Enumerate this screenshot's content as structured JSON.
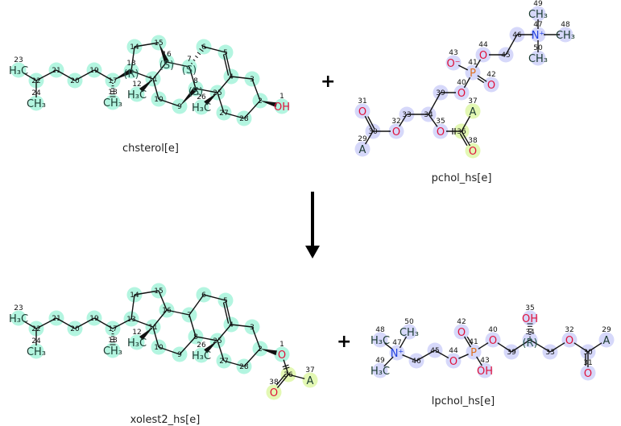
{
  "colors": {
    "cyan": "#b3f5e0",
    "blue": "#d6d8fa",
    "lime": "#e3f8b4",
    "O": "#e0103a",
    "N": "#2040e0",
    "P": "#e07020",
    "C": "#1a3a30",
    "bond": "#111111"
  },
  "operators": {
    "plus_top": "+",
    "plus_bottom": "+"
  },
  "molecules": [
    {
      "id": "chsterol",
      "name": "chsterol[e]",
      "atoms": [
        {
          "n": 1,
          "label": "OH",
          "el": "O",
          "hl": "cyan"
        },
        {
          "n": 2,
          "hl": "cyan"
        },
        {
          "n": 3,
          "hl": "cyan"
        },
        {
          "n": 4,
          "hl": "cyan"
        },
        {
          "n": 5,
          "hl": "cyan"
        },
        {
          "n": 6,
          "hl": "cyan"
        },
        {
          "n": 7,
          "hl": "cyan",
          "stereo": "(S)"
        },
        {
          "n": 8,
          "hl": "cyan",
          "stereo": "(S)"
        },
        {
          "n": 9,
          "hl": "cyan"
        },
        {
          "n": 10,
          "hl": "cyan"
        },
        {
          "n": 11,
          "hl": "cyan"
        },
        {
          "n": 12,
          "label": "H₃C",
          "el": "C",
          "hl": "cyan"
        },
        {
          "n": 13,
          "hl": "cyan",
          "stereo": "(R)"
        },
        {
          "n": 14,
          "hl": "cyan"
        },
        {
          "n": 15,
          "hl": "cyan"
        },
        {
          "n": 16,
          "hl": "cyan",
          "stereo": "(S)"
        },
        {
          "n": 17,
          "hl": "cyan"
        },
        {
          "n": 18,
          "label": "CH₃",
          "el": "C",
          "hl": "cyan"
        },
        {
          "n": 19,
          "hl": "cyan"
        },
        {
          "n": 20,
          "hl": "cyan"
        },
        {
          "n": 21,
          "hl": "cyan"
        },
        {
          "n": 22,
          "hl": "cyan"
        },
        {
          "n": 23,
          "label": "H₃C",
          "el": "C",
          "hl": "cyan"
        },
        {
          "n": 24,
          "label": "CH₃",
          "el": "C",
          "hl": "cyan"
        },
        {
          "n": 25,
          "hl": "cyan"
        },
        {
          "n": 26,
          "label": "H₃C",
          "el": "C",
          "hl": "cyan"
        },
        {
          "n": 27,
          "hl": "cyan"
        },
        {
          "n": 28,
          "hl": "cyan"
        }
      ],
      "bonds": [
        [
          23,
          22
        ],
        [
          22,
          24
        ],
        [
          22,
          21
        ],
        [
          21,
          20
        ],
        [
          20,
          19
        ],
        [
          19,
          17
        ],
        [
          17,
          18,
          "hash"
        ],
        [
          17,
          13,
          "wedge"
        ],
        [
          13,
          14
        ],
        [
          14,
          15
        ],
        [
          15,
          16,
          "wedge"
        ],
        [
          16,
          11
        ],
        [
          11,
          13
        ],
        [
          11,
          12,
          "wedge"
        ],
        [
          11,
          10
        ],
        [
          10,
          9
        ],
        [
          9,
          8,
          "wedge"
        ],
        [
          8,
          7
        ],
        [
          7,
          16
        ],
        [
          7,
          6,
          "hash"
        ],
        [
          6,
          5
        ],
        [
          5,
          4,
          "double"
        ],
        [
          4,
          25
        ],
        [
          25,
          8
        ],
        [
          25,
          26,
          "wedge"
        ],
        [
          25,
          27
        ],
        [
          27,
          28
        ],
        [
          28,
          2
        ],
        [
          2,
          3
        ],
        [
          3,
          4
        ],
        [
          2,
          1,
          "wedge"
        ]
      ]
    },
    {
      "id": "pchol",
      "name": "pchol_hs[e]",
      "atoms": [
        {
          "n": 29,
          "label": "A",
          "el": "C",
          "hl": "blue"
        },
        {
          "n": 30,
          "hl": "blue"
        },
        {
          "n": 31,
          "label": "O",
          "el": "O",
          "hl": "blue"
        },
        {
          "n": 32,
          "label": "O",
          "el": "O",
          "hl": "blue"
        },
        {
          "n": 33,
          "hl": "blue"
        },
        {
          "n": 34,
          "hl": "blue"
        },
        {
          "n": 35,
          "label": "O",
          "el": "O",
          "hl": "blue"
        },
        {
          "n": 36,
          "hl": "lime"
        },
        {
          "n": 37,
          "label": "A",
          "el": "C",
          "hl": "lime"
        },
        {
          "n": 38,
          "label": "O",
          "el": "O",
          "hl": "lime"
        },
        {
          "n": 39,
          "hl": "blue"
        },
        {
          "n": 40,
          "label": "O",
          "el": "O",
          "hl": "blue"
        },
        {
          "n": 41,
          "label": "P",
          "el": "P",
          "hl": "blue"
        },
        {
          "n": 42,
          "label": "O",
          "el": "O",
          "hl": "blue"
        },
        {
          "n": 43,
          "label": "O⁻",
          "el": "O",
          "hl": "blue"
        },
        {
          "n": 44,
          "label": "O",
          "el": "O",
          "hl": "blue"
        },
        {
          "n": 45,
          "hl": "blue"
        },
        {
          "n": 46,
          "hl": "blue"
        },
        {
          "n": 47,
          "label": "N⁺",
          "el": "N",
          "hl": "blue"
        },
        {
          "n": 48,
          "label": "CH₃",
          "el": "C",
          "hl": "blue"
        },
        {
          "n": 49,
          "label": "CH₃",
          "el": "C",
          "hl": "blue"
        },
        {
          "n": 50,
          "label": "CH₃",
          "el": "C",
          "hl": "blue"
        }
      ],
      "bonds": [
        [
          29,
          30
        ],
        [
          30,
          31,
          "double"
        ],
        [
          30,
          32
        ],
        [
          32,
          33
        ],
        [
          33,
          34
        ],
        [
          34,
          35
        ],
        [
          35,
          36,
          "broken"
        ],
        [
          36,
          37
        ],
        [
          36,
          38,
          "double"
        ],
        [
          34,
          39
        ],
        [
          39,
          40
        ],
        [
          40,
          41
        ],
        [
          41,
          42,
          "double"
        ],
        [
          41,
          43
        ],
        [
          41,
          44
        ],
        [
          44,
          45
        ],
        [
          45,
          46
        ],
        [
          46,
          47
        ],
        [
          47,
          48
        ],
        [
          47,
          49
        ],
        [
          47,
          50
        ]
      ]
    },
    {
      "id": "xolest2",
      "name": "xolest2_hs[e]",
      "atoms": [
        {
          "n": 1,
          "label": "O",
          "el": "O",
          "hl": "cyan"
        },
        {
          "n": 2,
          "hl": "cyan"
        },
        {
          "n": 3,
          "hl": "cyan"
        },
        {
          "n": 4,
          "hl": "cyan"
        },
        {
          "n": 5,
          "hl": "cyan"
        },
        {
          "n": 6,
          "hl": "cyan"
        },
        {
          "n": 7,
          "hl": "cyan"
        },
        {
          "n": 8,
          "hl": "cyan"
        },
        {
          "n": 9,
          "hl": "cyan"
        },
        {
          "n": 10,
          "hl": "cyan"
        },
        {
          "n": 11,
          "hl": "cyan"
        },
        {
          "n": 12,
          "label": "H₃C",
          "el": "C",
          "hl": "cyan"
        },
        {
          "n": 13,
          "hl": "cyan"
        },
        {
          "n": 14,
          "hl": "cyan"
        },
        {
          "n": 15,
          "hl": "cyan"
        },
        {
          "n": 16,
          "hl": "cyan"
        },
        {
          "n": 17,
          "hl": "cyan"
        },
        {
          "n": 18,
          "label": "CH₃",
          "el": "C",
          "hl": "cyan"
        },
        {
          "n": 19,
          "hl": "cyan"
        },
        {
          "n": 20,
          "hl": "cyan"
        },
        {
          "n": 21,
          "hl": "cyan"
        },
        {
          "n": 22,
          "hl": "cyan"
        },
        {
          "n": 23,
          "label": "H₃C",
          "el": "C",
          "hl": "cyan"
        },
        {
          "n": 24,
          "label": "CH₃",
          "el": "C",
          "hl": "cyan"
        },
        {
          "n": 25,
          "hl": "cyan"
        },
        {
          "n": 26,
          "label": "H₃C",
          "el": "C",
          "hl": "cyan"
        },
        {
          "n": 27,
          "hl": "cyan"
        },
        {
          "n": 28,
          "hl": "cyan"
        },
        {
          "n": 36,
          "hl": "lime"
        },
        {
          "n": 37,
          "label": "A",
          "el": "C",
          "hl": "lime"
        },
        {
          "n": 38,
          "label": "O",
          "el": "O",
          "hl": "lime"
        }
      ],
      "bonds": [
        [
          23,
          22
        ],
        [
          22,
          24
        ],
        [
          22,
          21
        ],
        [
          21,
          20
        ],
        [
          20,
          19
        ],
        [
          19,
          17
        ],
        [
          17,
          18,
          "hash"
        ],
        [
          17,
          13
        ],
        [
          13,
          14
        ],
        [
          14,
          15
        ],
        [
          15,
          16
        ],
        [
          16,
          11
        ],
        [
          11,
          13
        ],
        [
          11,
          12,
          "wedge"
        ],
        [
          11,
          10
        ],
        [
          10,
          9
        ],
        [
          9,
          8
        ],
        [
          8,
          7
        ],
        [
          7,
          16
        ],
        [
          7,
          6
        ],
        [
          6,
          5
        ],
        [
          5,
          4,
          "double"
        ],
        [
          4,
          25
        ],
        [
          25,
          8
        ],
        [
          25,
          26,
          "wedge"
        ],
        [
          25,
          27
        ],
        [
          27,
          28
        ],
        [
          28,
          2
        ],
        [
          2,
          3
        ],
        [
          3,
          4
        ],
        [
          2,
          1,
          "wedge"
        ],
        [
          1,
          36,
          "broken"
        ],
        [
          36,
          37
        ],
        [
          36,
          38,
          "double"
        ]
      ]
    },
    {
      "id": "lpchol",
      "name": "lpchol_hs[e]",
      "atoms": [
        {
          "n": 29,
          "label": "A",
          "el": "C",
          "hl": "blue"
        },
        {
          "n": 30,
          "hl": "blue"
        },
        {
          "n": 31,
          "label": "O",
          "el": "O",
          "hl": "blue"
        },
        {
          "n": 32,
          "label": "O",
          "el": "O",
          "hl": "blue"
        },
        {
          "n": 33,
          "hl": "blue"
        },
        {
          "n": 34,
          "hl": "blue",
          "stereo": "(R)"
        },
        {
          "n": 35,
          "label": "OH",
          "el": "O",
          "hl": "blue"
        },
        {
          "n": 39,
          "hl": "blue"
        },
        {
          "n": 40,
          "label": "O",
          "el": "O",
          "hl": "blue"
        },
        {
          "n": 41,
          "label": "P",
          "el": "P",
          "hl": "blue"
        },
        {
          "n": 42,
          "label": "O",
          "el": "O",
          "hl": "blue"
        },
        {
          "n": 43,
          "label": "OH",
          "el": "O",
          "hl": "blue"
        },
        {
          "n": 44,
          "label": "O",
          "el": "O",
          "hl": "blue"
        },
        {
          "n": 45,
          "hl": "blue"
        },
        {
          "n": 46,
          "hl": "blue"
        },
        {
          "n": 47,
          "label": "N⁺",
          "el": "N",
          "hl": "blue"
        },
        {
          "n": 48,
          "label": "H₃C",
          "el": "C",
          "hl": "blue"
        },
        {
          "n": 49,
          "label": "H₃C",
          "el": "C",
          "hl": "blue"
        },
        {
          "n": 50,
          "label": "CH₃",
          "el": "C",
          "hl": "blue"
        }
      ],
      "bonds": [
        [
          48,
          47
        ],
        [
          50,
          47
        ],
        [
          49,
          47
        ],
        [
          47,
          46
        ],
        [
          46,
          45
        ],
        [
          45,
          44
        ],
        [
          44,
          41
        ],
        [
          41,
          42,
          "double"
        ],
        [
          41,
          43
        ],
        [
          41,
          40
        ],
        [
          40,
          39
        ],
        [
          39,
          34
        ],
        [
          34,
          35,
          "hash"
        ],
        [
          34,
          33
        ],
        [
          33,
          32
        ],
        [
          32,
          30
        ],
        [
          30,
          29
        ],
        [
          30,
          31,
          "double"
        ]
      ]
    }
  ]
}
